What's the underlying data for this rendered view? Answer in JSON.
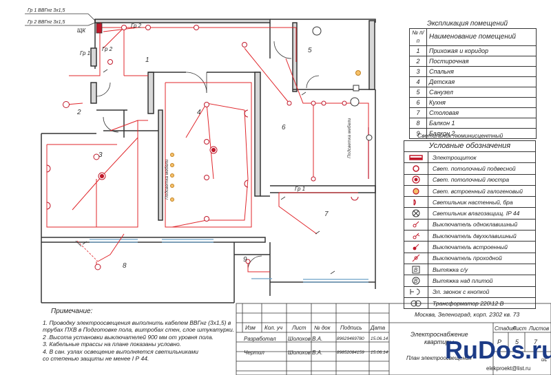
{
  "feeders": {
    "gr1": "Гр 1  ВВГнг 3х1,5",
    "gr2": "Гр 2  ВВГнг 3х1,5"
  },
  "plan_labels": {
    "panel": "ЩК",
    "gr2_a": "Гр 2",
    "gr2_b": "Гр 2",
    "gr1_a": "Гр 1",
    "gr1_b": "Гр 1",
    "furniture_backlight_1": "Подсветка мебели",
    "furniture_backlight_2": "Подсветка мебели"
  },
  "room_numbers": [
    "1",
    "2",
    "3",
    "4",
    "5",
    "6",
    "7",
    "8",
    "9"
  ],
  "explication": {
    "title": "Экспликация помещений",
    "header_no": "№ п/п",
    "header_name": "Наименование помещений",
    "rows": [
      {
        "no": "1",
        "name": "Прихожая и коридор"
      },
      {
        "no": "2",
        "name": "Постирочная"
      },
      {
        "no": "3",
        "name": "Спальня"
      },
      {
        "no": "4",
        "name": "Детская"
      },
      {
        "no": "5",
        "name": "Санузел"
      },
      {
        "no": "6",
        "name": "Кухня"
      },
      {
        "no": "7",
        "name": "Столовая"
      },
      {
        "no": "8",
        "name": "Балкон 1"
      },
      {
        "no": "9",
        "name": "Балкон 2"
      }
    ]
  },
  "luminaire_note": "Светильник люминисцентный",
  "legend": {
    "title": "Условные обозначения",
    "items": [
      {
        "icon": "panel-symbol-icon",
        "text": "Электрощиток"
      },
      {
        "icon": "ceiling-pendant-light-icon",
        "text": "Свет. потолочный подвесной"
      },
      {
        "icon": "ceiling-chandelier-icon",
        "text": "Свет. потолочный люстра"
      },
      {
        "icon": "recessed-halogen-icon",
        "text": "Свет. встроенный галогеновый"
      },
      {
        "icon": "wall-sconce-icon",
        "text": "Светильник  настенный, бра"
      },
      {
        "icon": "waterproof-light-icon",
        "text": "Светильник влагозащищ. IP 44"
      },
      {
        "icon": "single-switch-icon",
        "text": "Выключатель  одноклавишный"
      },
      {
        "icon": "double-switch-icon",
        "text": "Выключатель  двухклавишный"
      },
      {
        "icon": "recessed-switch-icon",
        "text": "Выключатель  встроенный"
      },
      {
        "icon": "pass-through-switch-icon",
        "text": "Выключатель  проходной"
      },
      {
        "icon": "exhaust-fan-icon",
        "text": "Вытяжка  с/у"
      },
      {
        "icon": "cooker-hood-icon",
        "text": "Вытяжка   над плитой"
      },
      {
        "icon": "doorbell-icon",
        "text": "Эл. звонок с кнопкой"
      },
      {
        "icon": "transformer-icon",
        "text": "Трансформатор 220\\12 В"
      }
    ]
  },
  "notes": {
    "title": "Примечание:",
    "lines": [
      "1. Проводку  электроосвещения выполнить кабелем  ВВГнг (3х1,5) в",
      "    трубах ПХВ  в  Подготовке пола, вштробах стен,  слое  штукатурки.",
      "2 .Высота установки выключателей 900 мм от уровня пола.",
      "3. Кабельные трассы на плане показаны условно.",
      "4. В сан. узлах освещение выполняется   светильниками",
      "   со  степенью защиты не менее І Р 44."
    ]
  },
  "stamp": {
    "address": "Москва, Зеленоград, корп. 2302 кв. 73",
    "col_izm": "Изм",
    "col_koluch": "Кол. уч",
    "col_list": "Лист",
    "col_ndoc": "№ док",
    "col_podpis": "Подпись",
    "col_data": "Дата",
    "row1_role": "Разработал",
    "row1_name": "Шолохов В.А.",
    "row1_phone": "89629469780",
    "row1_date": "15.06.14",
    "row2_role": "Чертил",
    "row2_name": "Шолохов В.А.",
    "row2_phone": "89852084159",
    "row2_date": "15.06.14",
    "title_line1": "Электроснабжение",
    "title_line2": "квартиры",
    "stage_label": "Стадия",
    "sheet_label": "Лист",
    "sheets_label": "Листов",
    "stage_value": "Р",
    "sheet_value": "5",
    "sheets_value": "7",
    "plan_caption": "План  электроосвещения",
    "company_fragment": "ис\""
  },
  "watermark": {
    "brand": "RuDos.ru",
    "email": "elekproekt@list.ru"
  },
  "colors": {
    "wiring": "#e0252a",
    "walls": "#333333",
    "background": "#ffffff",
    "watermark": "#1c3b86"
  }
}
